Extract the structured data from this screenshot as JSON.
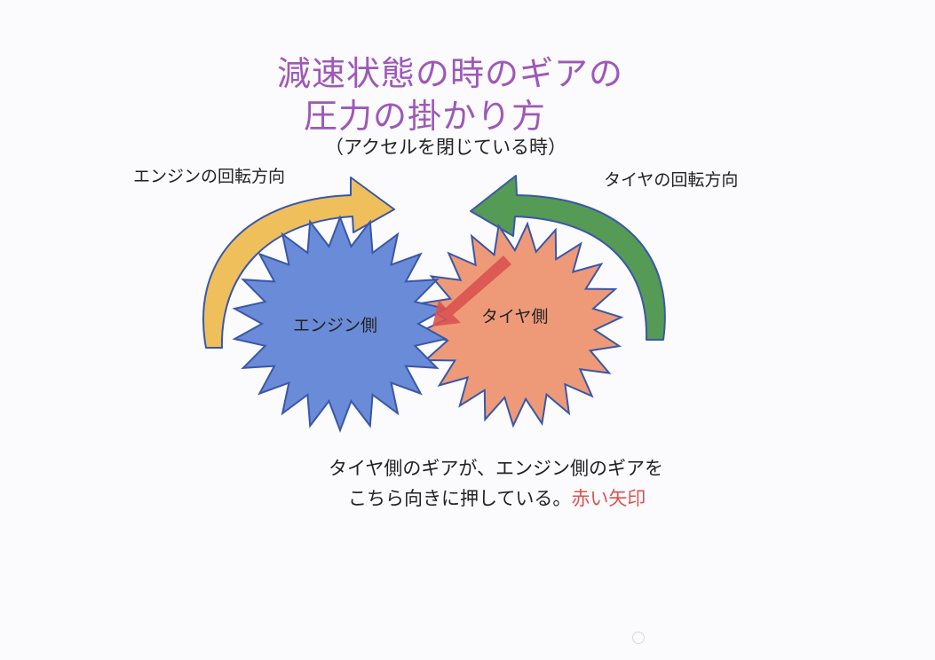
{
  "title": {
    "line1": "減速状態の時のギアの",
    "line2": "圧力の掛かり方",
    "subtitle": "（アクセルを閉じている時）"
  },
  "labels": {
    "engine_rotation": "エンジンの回転方向",
    "tire_rotation": "タイヤの回転方向",
    "engine_side": "エンジン側",
    "tire_side": "タイヤ側"
  },
  "caption": {
    "line1": "タイヤ側のギアが、エンジン側のギアを",
    "line2_main": "こちら向きに押している。",
    "line2_highlight": "赤い矢印"
  },
  "colors": {
    "title": "#9e58b8",
    "engine_gear": "#6a8bd8",
    "tire_gear": "#ee9a78",
    "engine_arrow": "#efbf5c",
    "tire_arrow": "#559a55",
    "outline": "#3a57a8",
    "push_arrow": "#d9534f"
  }
}
